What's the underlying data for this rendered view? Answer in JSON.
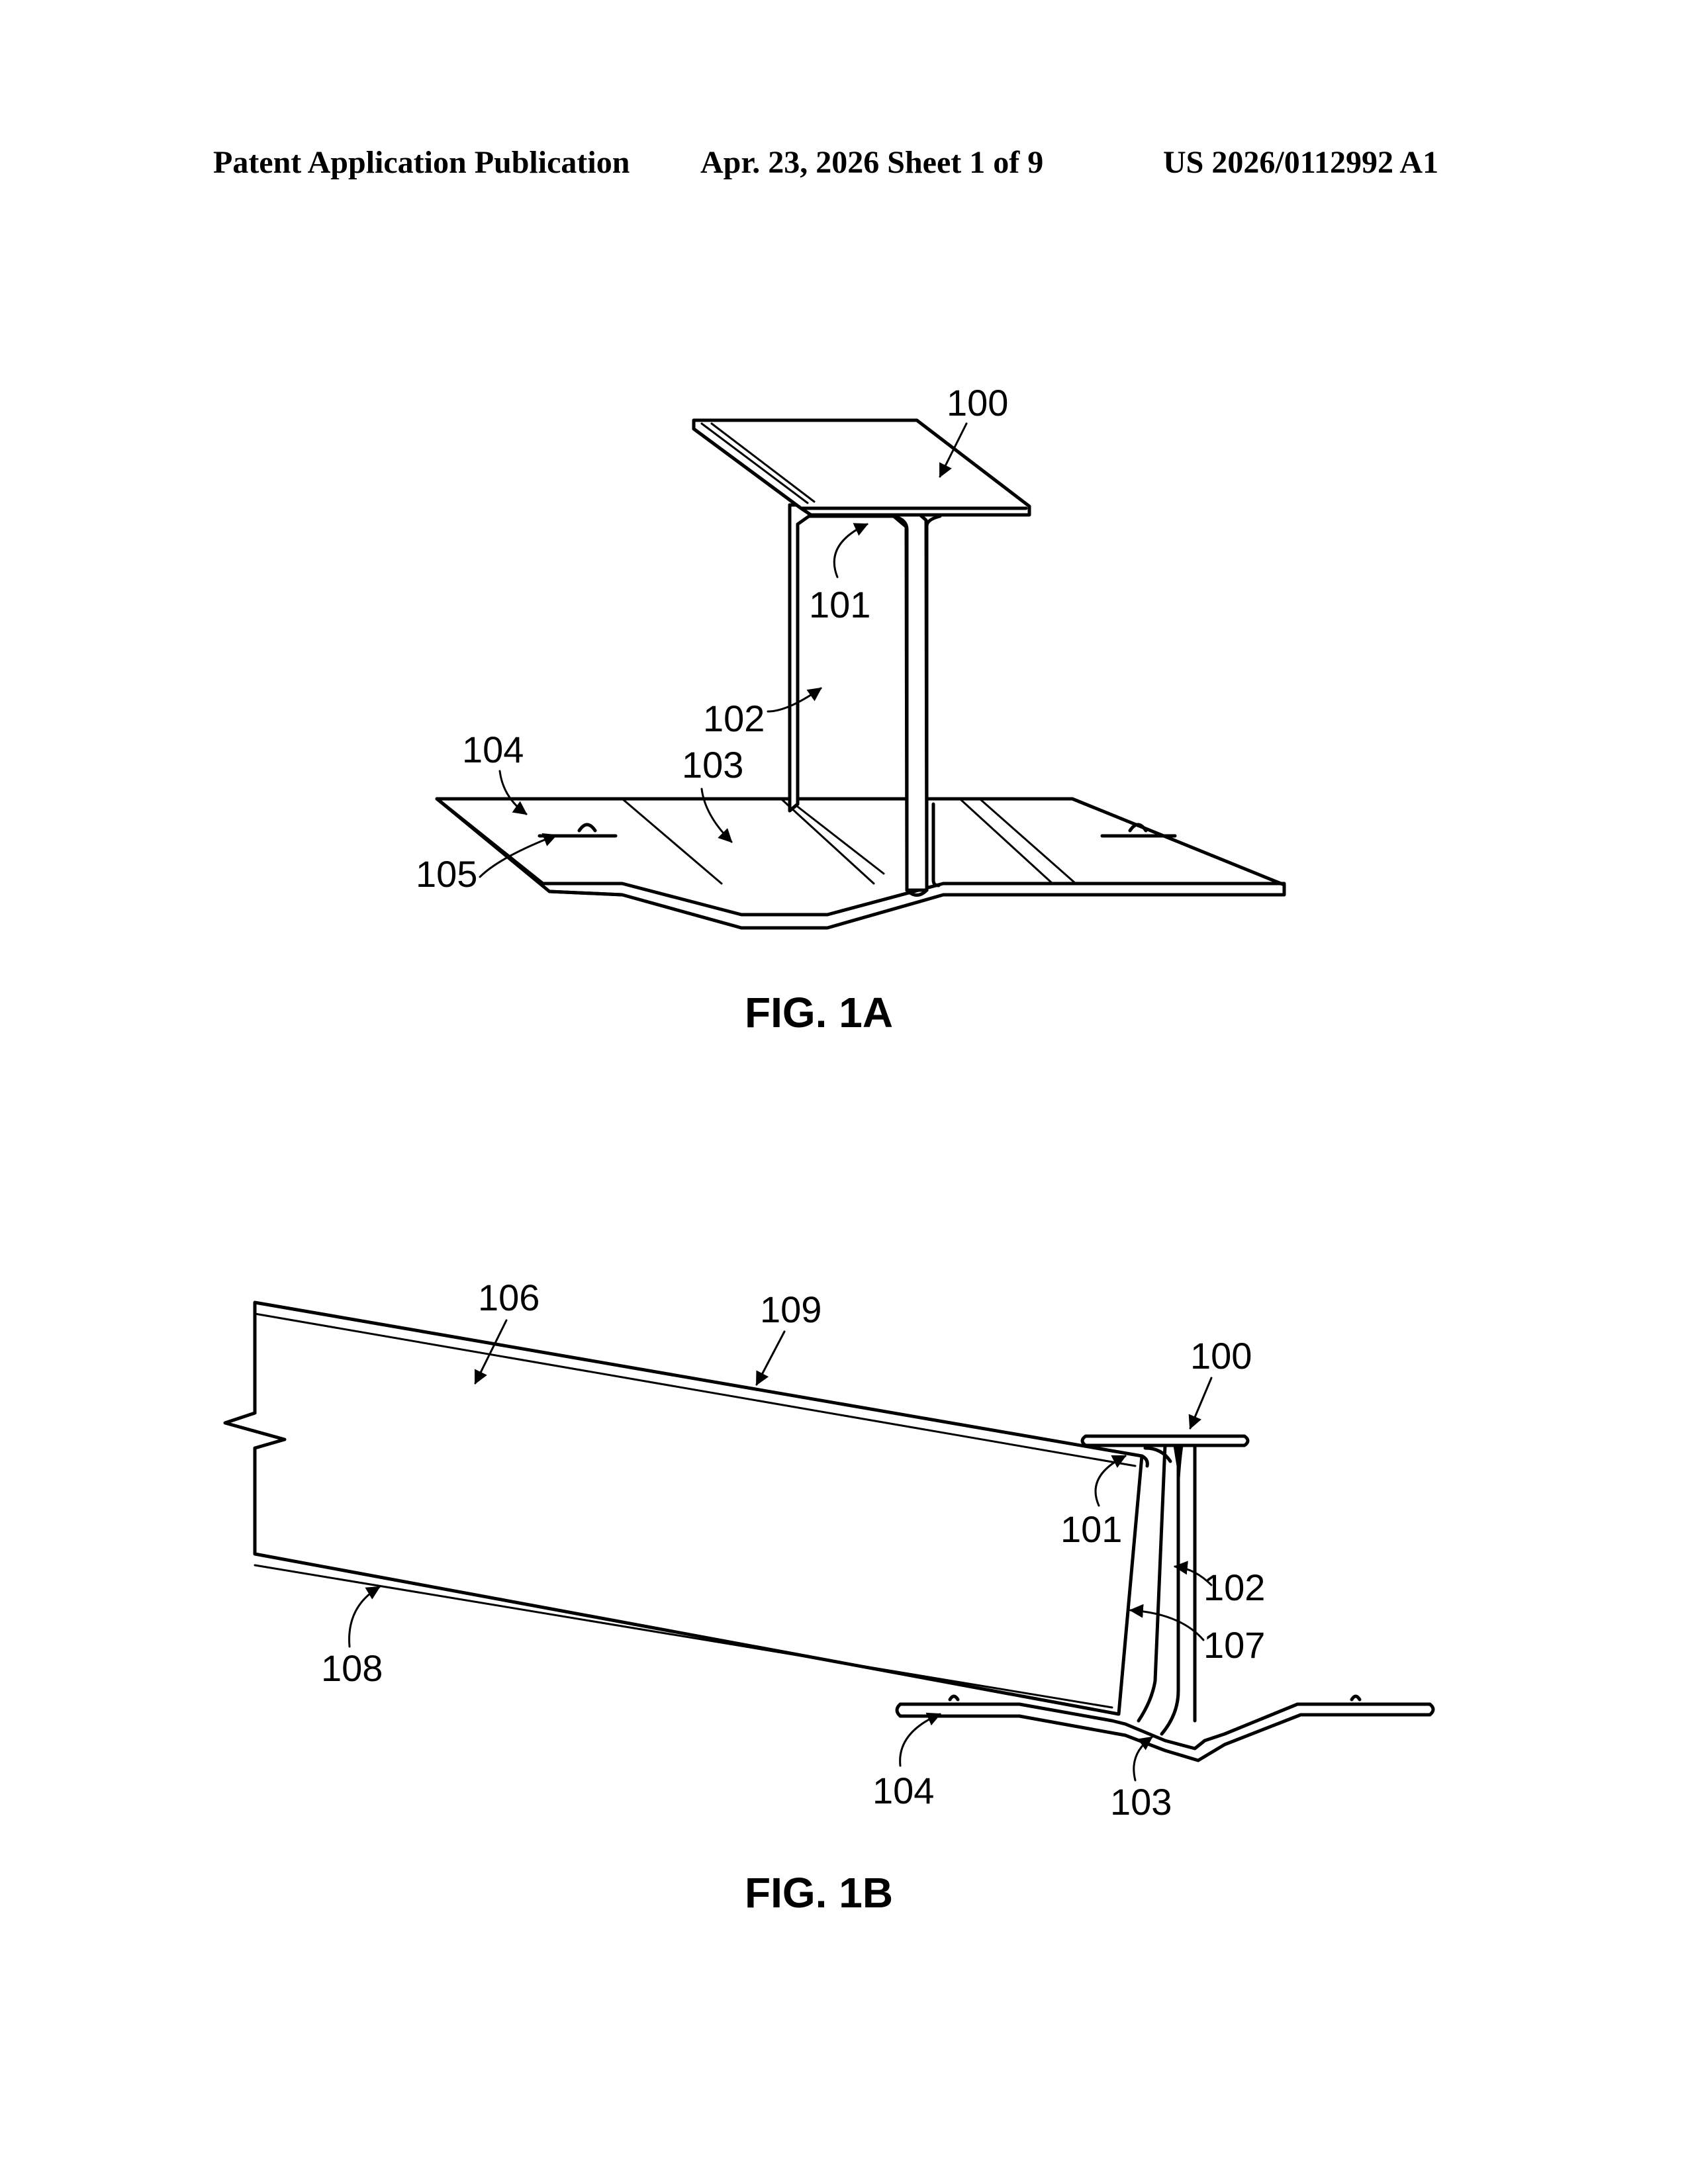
{
  "header": {
    "publication": "Patent Application Publication",
    "date_sheet": "Apr. 23, 2026  Sheet 1 of 9",
    "number": "US 2026/0112992 A1"
  },
  "fig1a": {
    "caption": "FIG. 1A",
    "refs": {
      "r100": "100",
      "r101": "101",
      "r102": "102",
      "r103": "103",
      "r104": "104",
      "r105": "105"
    }
  },
  "fig1b": {
    "caption": "FIG. 1B",
    "refs": {
      "r100": "100",
      "r101": "101",
      "r102": "102",
      "r103": "103",
      "r104": "104",
      "r106": "106",
      "r107": "107",
      "r108": "108",
      "r109": "109"
    }
  }
}
